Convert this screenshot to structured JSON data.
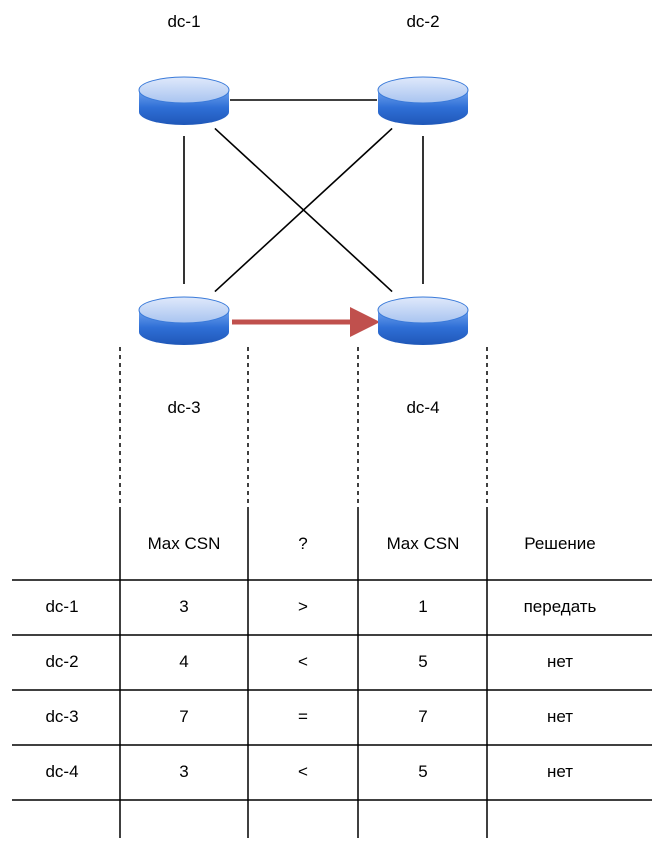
{
  "nodes": [
    {
      "id": "dc-1",
      "label": "dc-1"
    },
    {
      "id": "dc-2",
      "label": "dc-2"
    },
    {
      "id": "dc-3",
      "label": "dc-3"
    },
    {
      "id": "dc-4",
      "label": "dc-4"
    }
  ],
  "links": [
    {
      "from": "dc-1",
      "to": "dc-2"
    },
    {
      "from": "dc-1",
      "to": "dc-3"
    },
    {
      "from": "dc-1",
      "to": "dc-4"
    },
    {
      "from": "dc-2",
      "to": "dc-3"
    },
    {
      "from": "dc-2",
      "to": "dc-4"
    }
  ],
  "replication": {
    "from": "dc-3",
    "to": "dc-4",
    "color": "#c0504d"
  },
  "colors": {
    "router_top": "#bcd3f5",
    "router_body": "#3a7ad9",
    "line": "#000000"
  },
  "table": {
    "headers": [
      "",
      "Max CSN",
      "?",
      "Max CSN",
      "Решение"
    ],
    "rows": [
      [
        "dc-1",
        "3",
        ">",
        "1",
        "передать"
      ],
      [
        "dc-2",
        "4",
        "<",
        "5",
        "нет"
      ],
      [
        "dc-3",
        "7",
        "=",
        "7",
        "нет"
      ],
      [
        "dc-4",
        "3",
        "<",
        "5",
        "нет"
      ]
    ]
  }
}
